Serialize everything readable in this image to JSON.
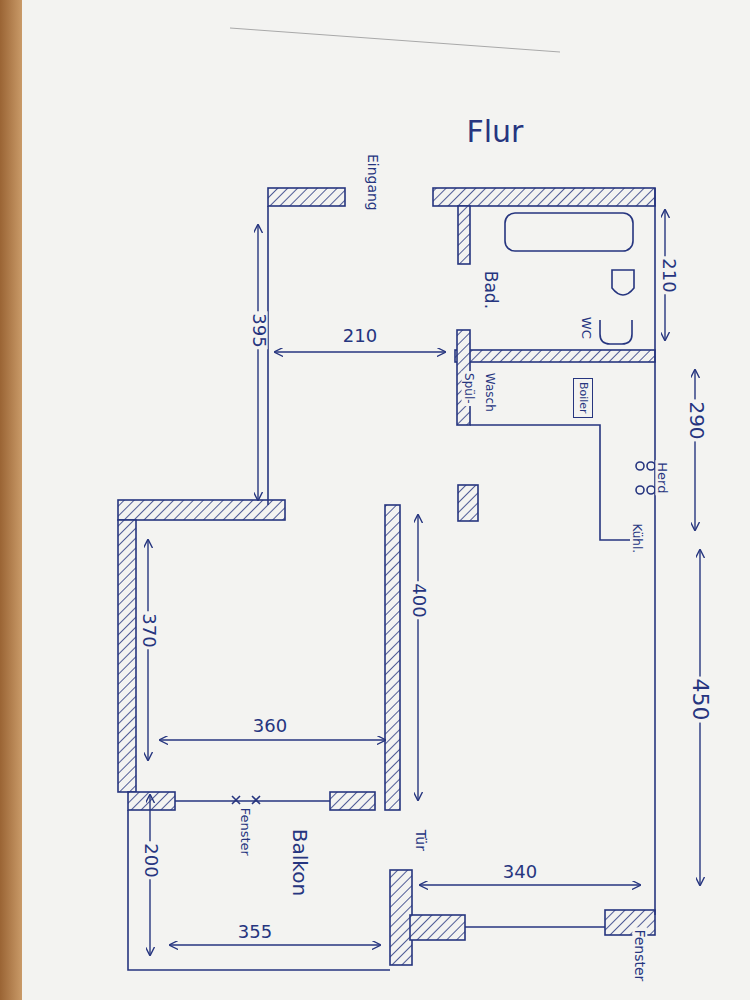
{
  "diagram": {
    "nodes": [
      {
        "text": [
          "Boiler"
        ]
      }
    ],
    "labels": [
      "Flur",
      "Eingang",
      "Bad.",
      "WC",
      "210",
      "210",
      "395",
      "Spül-",
      "Wasch",
      "Herd",
      "Kühl.",
      "290",
      "450",
      "400",
      "370",
      "360",
      "Fenster",
      "Tür",
      "Balkon",
      "340",
      "200",
      "355",
      "Fenster"
    ]
  }
}
